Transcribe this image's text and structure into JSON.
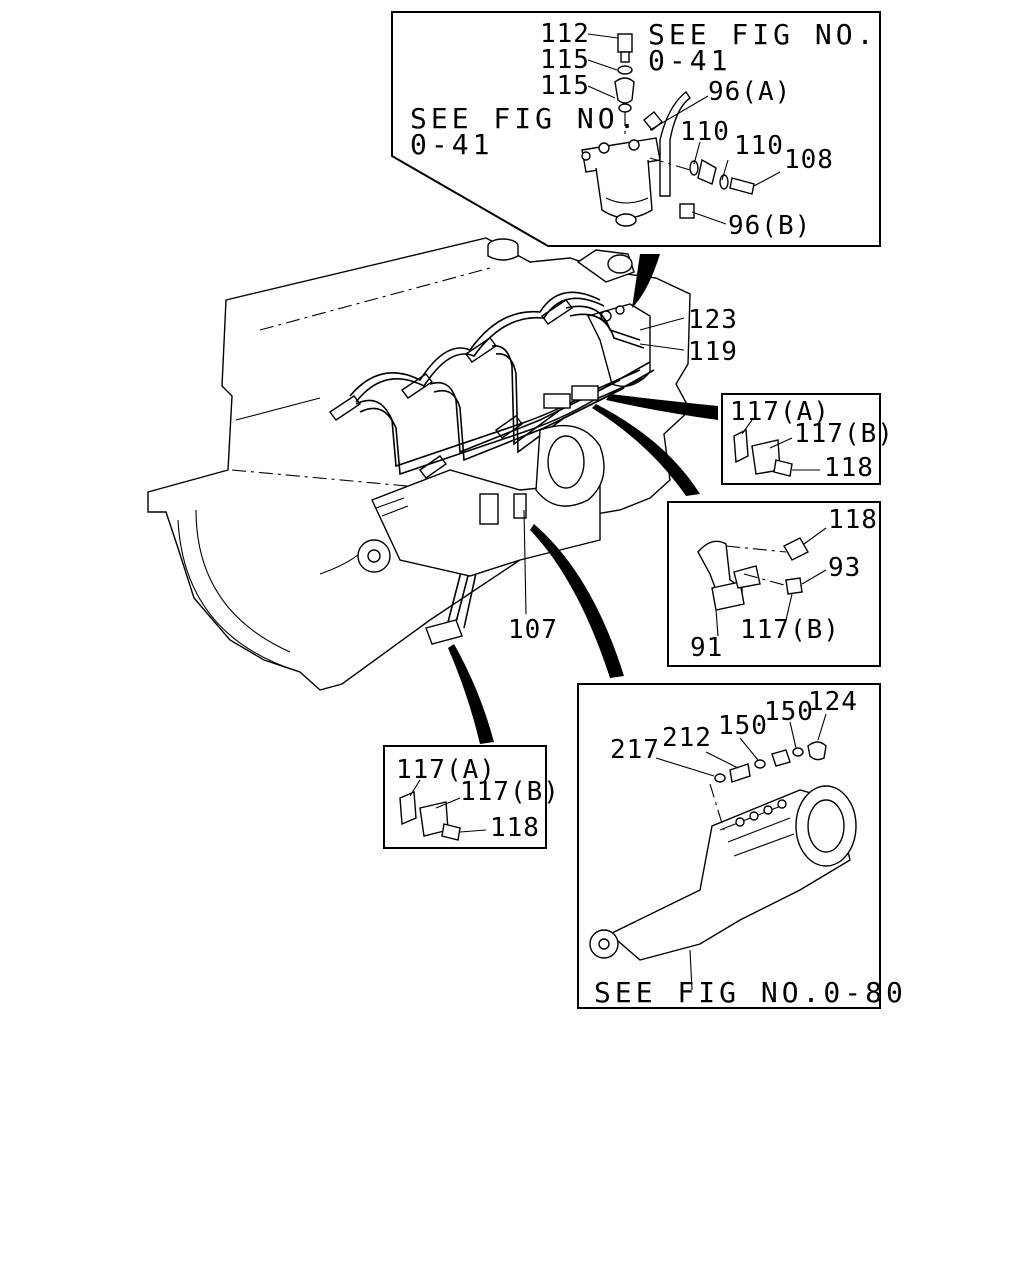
{
  "callouts": {
    "l112": "112",
    "l115a": "115",
    "l115b": "115",
    "see_top_right": "SEE FIG NO.",
    "see_top_right_num": "0-41",
    "see_top_left": "SEE FIG NO.",
    "see_top_left_num": "0-41",
    "l96a": "96(A)",
    "l110a": "110",
    "l110b": "110",
    "l108": "108",
    "l96b": "96(B)",
    "l123": "123",
    "l119": "119",
    "l117a_r": "117(A)",
    "l117b_r": "117(B)",
    "l118_r": "118",
    "l118_m": "118",
    "l93": "93",
    "l91": "91",
    "l117b_m": "117(B)",
    "l107": "107",
    "l117a_l": "117(A)",
    "l117b_l": "117(B)",
    "l118_l": "118",
    "l217": "217",
    "l212": "212",
    "l150a": "150",
    "l150b": "150",
    "l124": "124",
    "see_bottom": "SEE FIG NO.0-80"
  }
}
